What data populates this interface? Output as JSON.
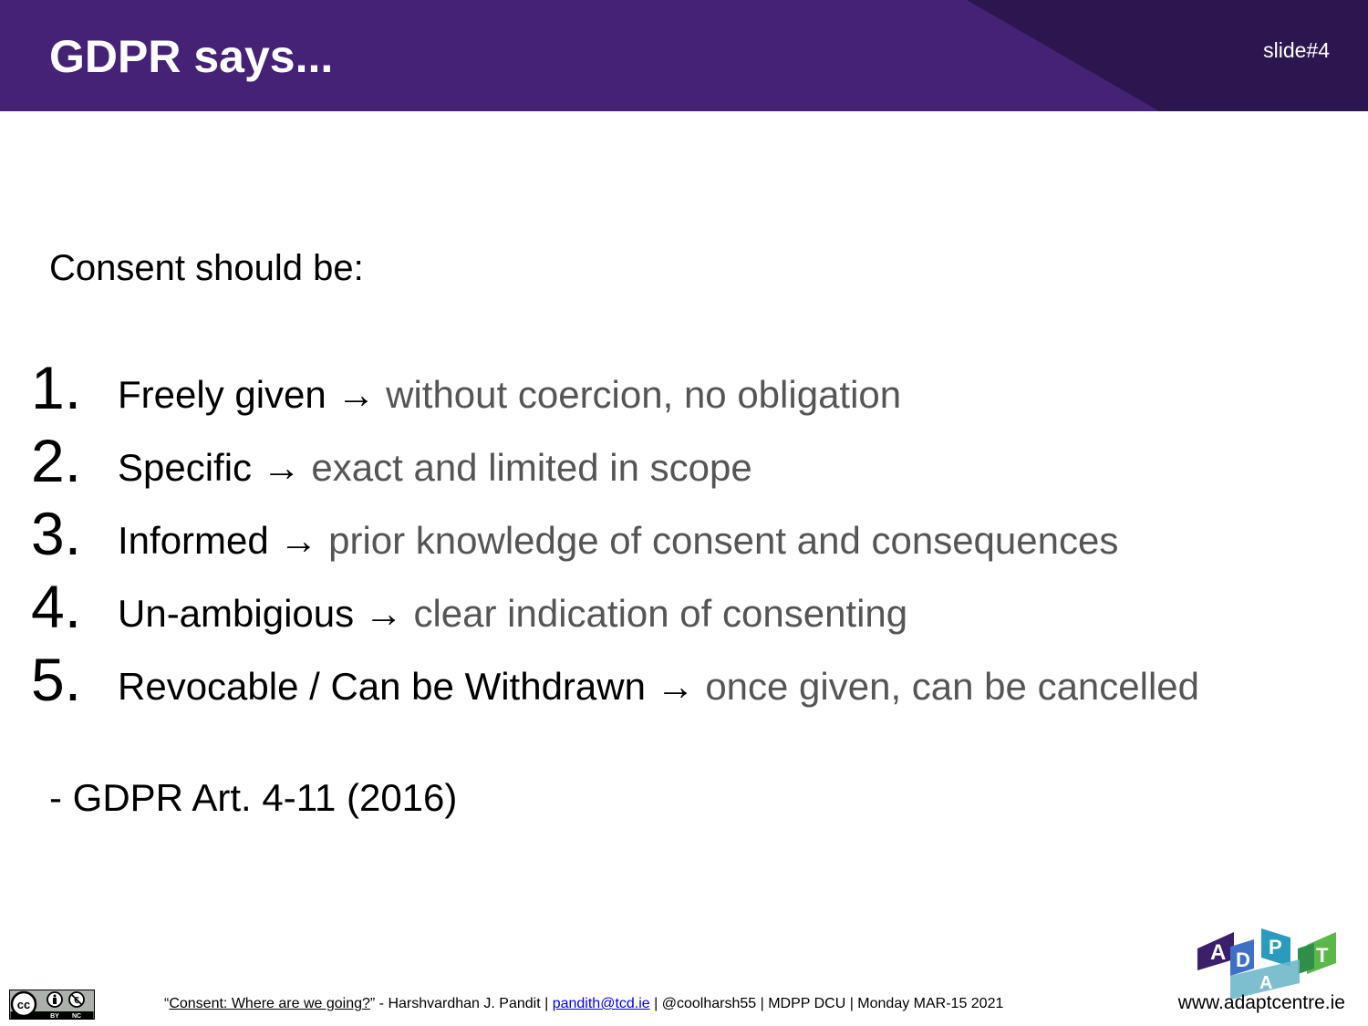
{
  "slide": {
    "title": "GDPR says...",
    "number": "slide#4"
  },
  "content": {
    "intro": "Consent should be:",
    "items": [
      {
        "number": "1.",
        "term": "Freely given",
        "arrow": "→",
        "description": "without coercion, no obligation"
      },
      {
        "number": "2.",
        "term": "Specific",
        "arrow": "→",
        "description": "exact and limited in scope"
      },
      {
        "number": "3.",
        "term": "Informed",
        "arrow": "→",
        "description": "prior knowledge of consent and consequences"
      },
      {
        "number": "4.",
        "term": "Un-ambigious",
        "arrow": "→",
        "description": "clear indication of consenting"
      },
      {
        "number": "5.",
        "term": "Revocable / Can be Withdrawn",
        "arrow": "→",
        "description": "once given, can be cancelled"
      }
    ],
    "citation": "- GDPR Art. 4-11 (2016)"
  },
  "footer": {
    "quote_open": "“",
    "talk_title": "Consent: Where are we going?",
    "after_title": "” - Harshvardhan J. Pandit | ",
    "email": "pandith@tcd.ie",
    "rest": " | @coolharsh55 | MDPP DCU | Monday MAR-15 2021",
    "license": {
      "cc": "cc",
      "by": "BY",
      "nc": "NC"
    },
    "logo_letters": {
      "a": "A",
      "d": "D",
      "p": "P",
      "t": "T",
      "a2": "A"
    },
    "website": "www.adaptcentre.ie"
  },
  "colors": {
    "header": "#452275",
    "header_shade": "#2d1650",
    "description_text": "#555555",
    "link": "#0000ee"
  }
}
